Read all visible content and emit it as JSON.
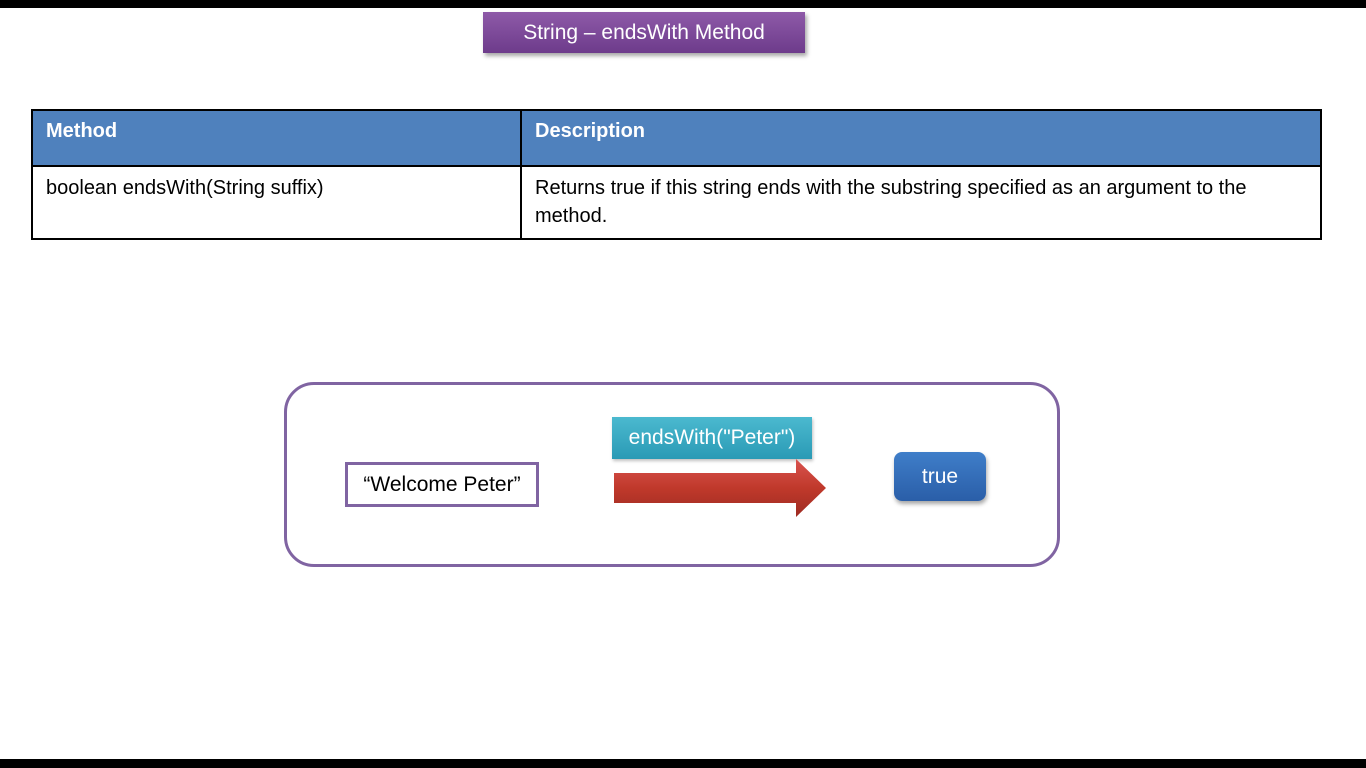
{
  "slide": {
    "title": "String – endsWith Method"
  },
  "table": {
    "headers": [
      "Method",
      "Description"
    ],
    "rows": [
      [
        "boolean endsWith(String suffix)",
        "Returns true if this string ends with the substring specified as an argument to the method."
      ]
    ]
  },
  "diagram": {
    "input_string": "“Welcome Peter”",
    "method_call": "endsWith(\"Peter\")",
    "result": "true",
    "colors": {
      "frame": "#8064a2",
      "method_label": "#31a5c0",
      "arrow": "#c0392b",
      "result": "#3a70bd",
      "title": "#7a47a0",
      "table_header": "#4f81bd"
    }
  }
}
